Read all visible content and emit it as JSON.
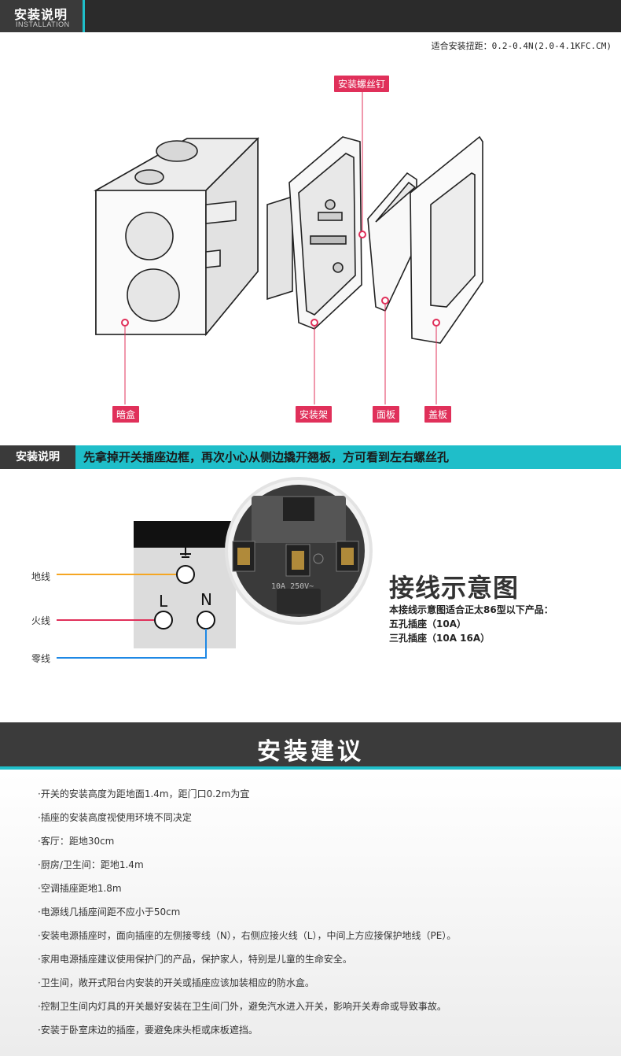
{
  "header": {
    "title": "安装说明",
    "subtitle": "INSTALLATION"
  },
  "torque": "适合安装扭距：0.2-0.4N(2.0-4.1KFC.CM)",
  "diagram": {
    "callouts": {
      "screw": "安装螺丝钉",
      "box": "暗盒",
      "frame": "安装架",
      "panel": "面板",
      "cover": "盖板"
    },
    "accent": "#e0305a"
  },
  "band": {
    "tag": "安装说明",
    "text": "先拿掉开关插座边框，再次小心从侧边撬开翘板，方可看到左右螺丝孔"
  },
  "wiring": {
    "labels": {
      "earth": "地线",
      "live": "火线",
      "neutral": "零线"
    },
    "socket_letters": {
      "l": "L",
      "n": "N"
    },
    "photo_text": "10A  250V~",
    "title": "接线示意图",
    "desc": [
      "本接线示意图适合正太86型以下产品：",
      "五孔插座（10A）",
      "三孔插座（10A  16A）"
    ],
    "colors": {
      "earth": "#f5a623",
      "live": "#e0305a",
      "neutral": "#1e88e5"
    }
  },
  "advice": {
    "title": "安装建议",
    "items": [
      "·开关的安装高度为距地面1.4m，距门口0.2m为宜",
      "·插座的安装高度视使用环境不同决定",
      "·客厅：距地30cm",
      "·厨房/卫生间：距地1.4m",
      "·空调插座距地1.8m",
      "·电源线几插座间距不应小于50cm",
      "·安装电源插座时，面向插座的左侧接零线（N），右侧应接火线（L），中间上方应接保护地线（PE）。",
      "·家用电源插座建议使用保护门的产品，保护家人，特别是儿童的生命安全。",
      "·卫生间，敞开式阳台内安装的开关或插座应该加装相应的防水盒。",
      "·控制卫生间内灯具的开关最好安装在卫生间门外，避免汽水进入开关，影响开关寿命或导致事故。",
      "·安装于卧室床边的插座，要避免床头柜或床板遮挡。"
    ]
  },
  "brand_color": "#1fbec9"
}
